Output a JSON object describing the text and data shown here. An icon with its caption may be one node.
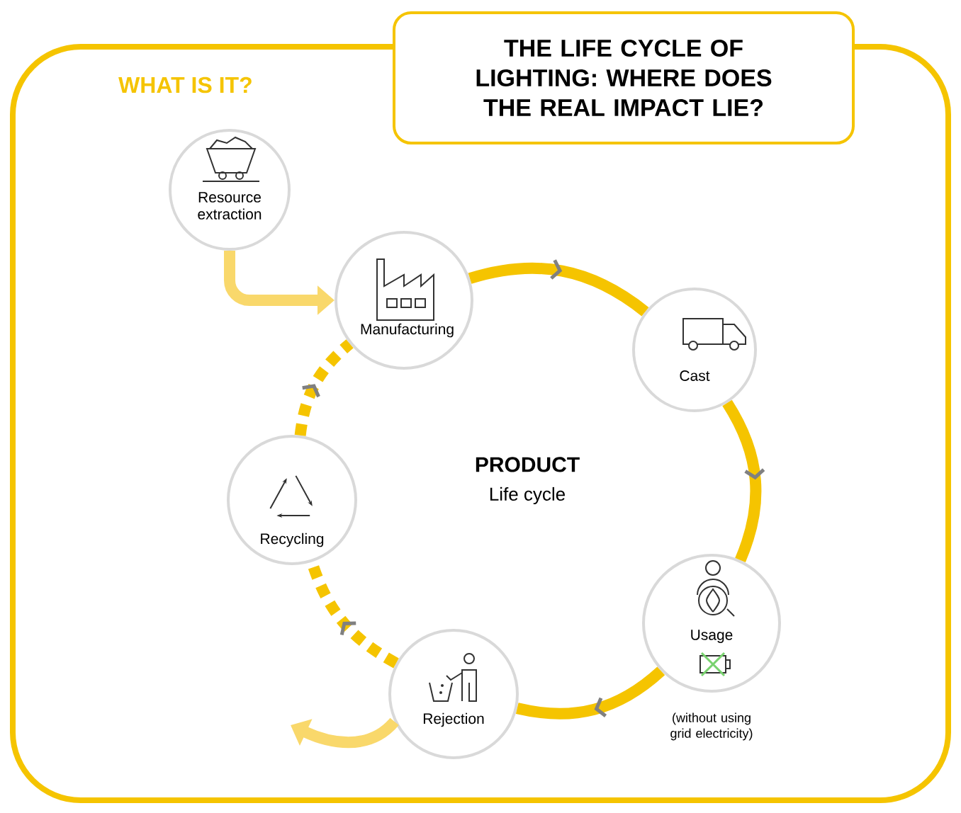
{
  "diagram": {
    "title": "THE LIFE CYCLE OF LIGHTING: WHERE DOES THE REAL IMPACT LIE?",
    "nodes": [
      {
        "text": [
          "WHAT IS IT?"
        ]
      },
      {
        "text": [
          "Resource extraction"
        ],
        "in": 0
      },
      {
        "text": [
          "Manufacturing"
        ],
        "in": 0
      },
      {
        "text": [
          "Cast"
        ],
        "in": 0
      },
      {
        "text": [
          "Usage"
        ],
        "in": 0,
        "beside": [
          "(without using grid electricity)"
        ]
      },
      {
        "text": [
          "Rejection"
        ],
        "in": 0
      },
      {
        "text": [
          "Recycling"
        ],
        "in": 0
      }
    ],
    "edges": [
      {
        "from": 1,
        "to": 2,
        "arrow": "to",
        "color": "#f9d86b"
      },
      {
        "from": 2,
        "to": 3,
        "arrow": "to"
      },
      {
        "from": 3,
        "to": 4,
        "arrow": "to"
      },
      {
        "from": 4,
        "to": 5,
        "arrow": "to"
      },
      {
        "from": 5,
        "to": 6,
        "arrow": "to",
        "style": "dashed"
      },
      {
        "from": 6,
        "to": 2,
        "arrow": "to",
        "style": "dashed"
      },
      {
        "from": 5,
        "to": null,
        "arrow": "to",
        "color": "#f9d86b"
      }
    ],
    "labels": [
      "PRODUCT",
      "Life cycle"
    ]
  }
}
